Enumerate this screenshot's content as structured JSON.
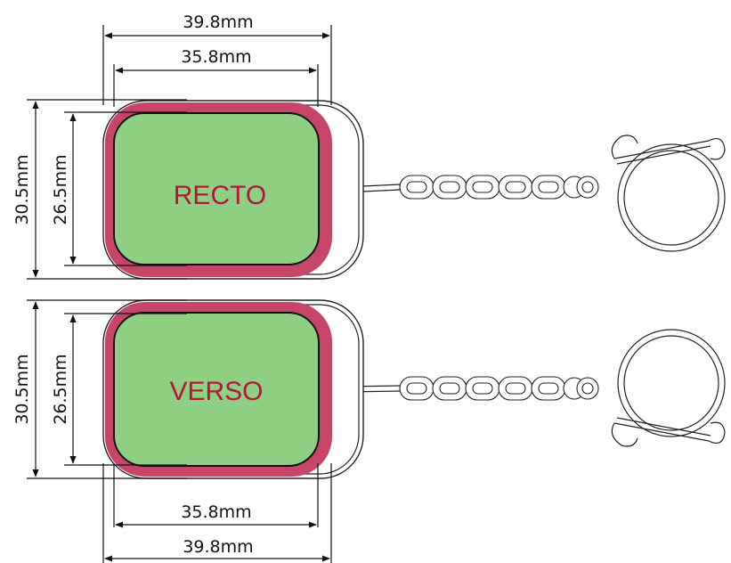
{
  "colors": {
    "bleed": "#c8456a",
    "safe_area": "#8fcf82",
    "label": "#b3163b",
    "line": "#111111"
  },
  "recto": {
    "label": "RECTO",
    "width_outer": "39.8mm",
    "width_inner": "35.8mm",
    "height_outer": "30.5mm",
    "height_inner": "26.5mm"
  },
  "verso": {
    "label": "VERSO",
    "width_outer": "39.8mm",
    "width_inner": "35.8mm",
    "height_outer": "30.5mm",
    "height_inner": "26.5mm"
  }
}
